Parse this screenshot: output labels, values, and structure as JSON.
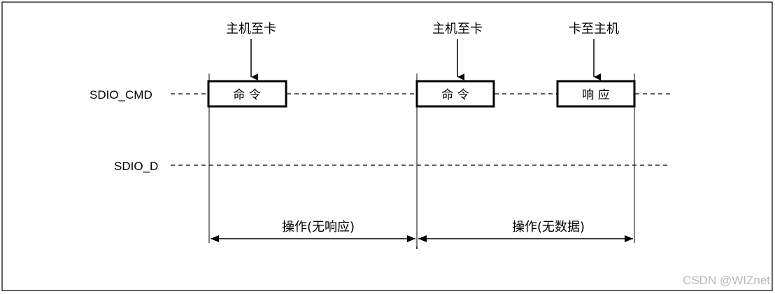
{
  "signals": {
    "cmd": "SDIO_CMD",
    "data": "SDIO_D"
  },
  "direction_labels": {
    "host_to_card_1": "主机至卡",
    "host_to_card_2": "主机至卡",
    "card_to_host": "卡至主机"
  },
  "boxes": {
    "command_1": "命 令",
    "command_2": "命 令",
    "response": "响 应"
  },
  "operations": {
    "no_response": "操作(无响应)",
    "no_data": "操作(无数据)"
  },
  "watermark": "CSDN @WIZnet"
}
